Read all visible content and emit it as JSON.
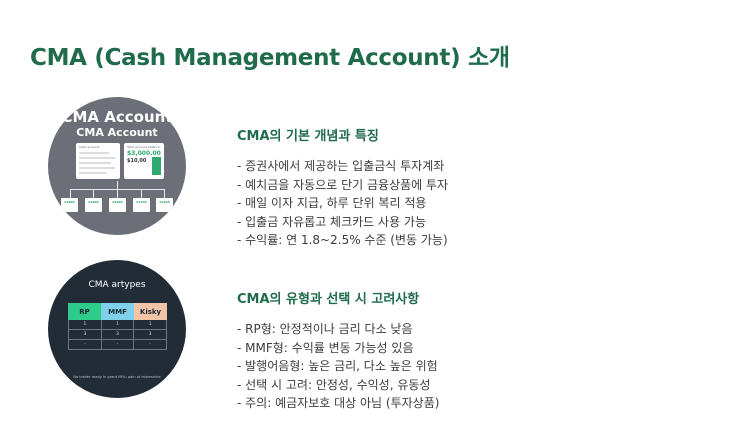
{
  "title": "CMA (Cash Management Account) 소개",
  "image1": {
    "heading": "CMA Account",
    "subheading": "CMA Account",
    "card_left_title": "Cash account",
    "card_right_title": "Total account balance",
    "card_right_amount": "$3,000.00",
    "card_right_sub": "$10,00",
    "boxes": [
      "$3000",
      "$1800",
      "$4000",
      "$1200",
      "$3000"
    ],
    "accent_color": "#2eaa6f"
  },
  "image2": {
    "heading": "CMA artypes",
    "columns": [
      "RP",
      "MMF",
      "Kisky"
    ],
    "column_colors": [
      "#2ecc8a",
      "#7fd0ea",
      "#f4c4a8"
    ],
    "rows": [
      [
        "1",
        "1",
        "1"
      ],
      [
        "3",
        "3",
        "3"
      ],
      [
        "-",
        "-",
        "-"
      ]
    ],
    "footer": "No trader ready in grant fft%: pain at minearche"
  },
  "sections": [
    {
      "heading": "CMA의 기본 개념과 특징",
      "items": [
        "- 증권사에서 제공하는 입출금식 투자계좌",
        "- 예치금을 자동으로 단기 금융상품에 투자",
        "- 매일 이자 지급, 하루 단위 복리 적용",
        "- 입출금 자유롭고 체크카드 사용 가능",
        "- 수익률: 연 1.8~2.5% 수준 (변동 가능)"
      ]
    },
    {
      "heading": "CMA의 유형과 선택 시 고려사항",
      "items": [
        "- RP형: 안정적이나 금리 다소 낮음",
        "- MMF형: 수익률 변동 가능성 있음",
        "- 발행어음형: 높은 금리, 다소 높은 위험",
        "- 선택 시 고려: 안정성, 수익성, 유동성",
        "- 주의: 예금자보호 대상 아님 (투자상품)"
      ]
    }
  ]
}
